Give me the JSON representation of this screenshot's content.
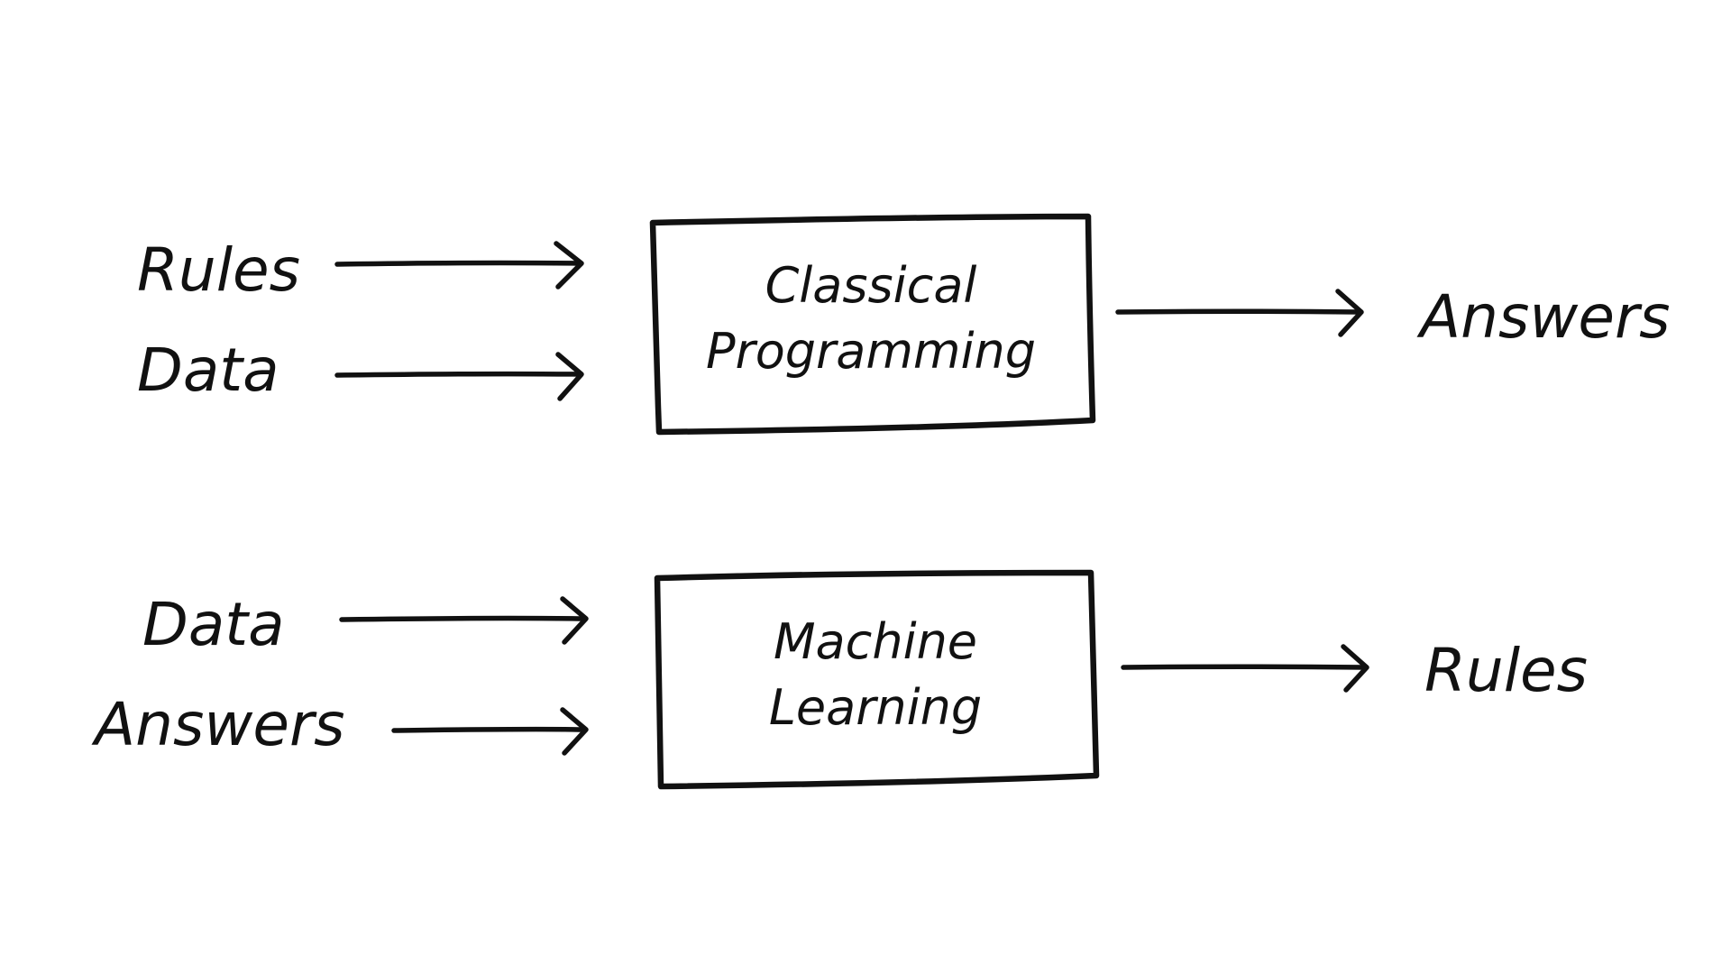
{
  "classical": {
    "input_1": "Rules",
    "input_2": "Data",
    "box_line_1": "Classical",
    "box_line_2": "Programming",
    "output": "Answers"
  },
  "machine_learning": {
    "input_1": "Data",
    "input_2": "Answers",
    "box_line_1": "Machine",
    "box_line_2": "Learning",
    "output": "Rules"
  },
  "colors": {
    "ink": "#111111",
    "background": "#ffffff"
  }
}
